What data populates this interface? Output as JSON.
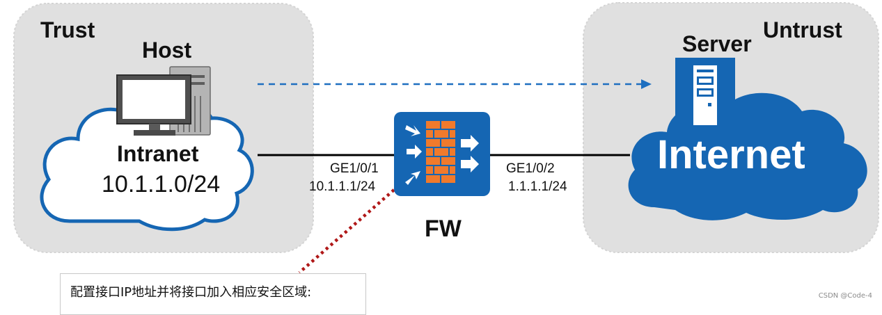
{
  "trust_zone": {
    "label": "Trust"
  },
  "untrust_zone": {
    "label": "Untrust"
  },
  "host": {
    "label": "Host",
    "icon": "desktop-computer-icon"
  },
  "server": {
    "label": "Server",
    "icon": "server-tower-icon"
  },
  "intranet": {
    "label": "Intranet",
    "subnet": "10.1.1.0/24"
  },
  "internet": {
    "label": "Internet"
  },
  "firewall": {
    "label": "FW",
    "icon": "firewall-icon"
  },
  "interfaces": {
    "left": {
      "name": "GE1/0/1",
      "ip": "10.1.1.1/24"
    },
    "right": {
      "name": "GE1/0/2",
      "ip": "1.1.1.1/24"
    }
  },
  "note": {
    "text": "配置接口IP地址并将接口加入相应安全区域:"
  },
  "watermark": "CSDN @Code-4",
  "colors": {
    "zone_fill": "#e0e0e0",
    "cloud_blue": "#1566b3",
    "link_line": "#000000",
    "dashed_flow": "#1e6fc0",
    "callout_dots": "#b01818",
    "firewall_bricks": "#f07a2c"
  }
}
